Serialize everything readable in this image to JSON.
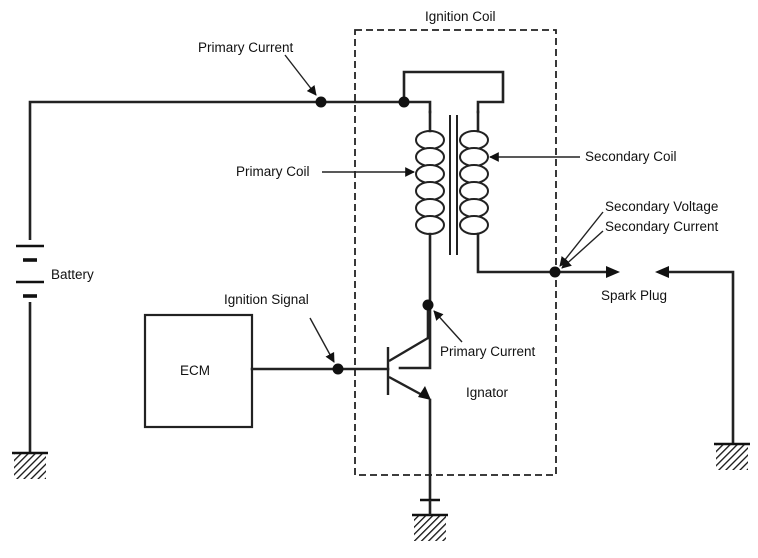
{
  "labels": {
    "ignition_coil": "Ignition Coil",
    "primary_current_top": "Primary Current",
    "primary_coil": "Primary Coil",
    "secondary_coil": "Secondary Coil",
    "secondary_voltage": "Secondary Voltage",
    "secondary_current": "Secondary Current",
    "battery": "Battery",
    "spark_plug": "Spark Plug",
    "ignition_signal": "Ignition Signal",
    "primary_current_bottom": "Primary Current",
    "ecm": "ECM",
    "ignator": "Ignator"
  },
  "colors": {
    "line": "#222222",
    "background": "#ffffff"
  }
}
